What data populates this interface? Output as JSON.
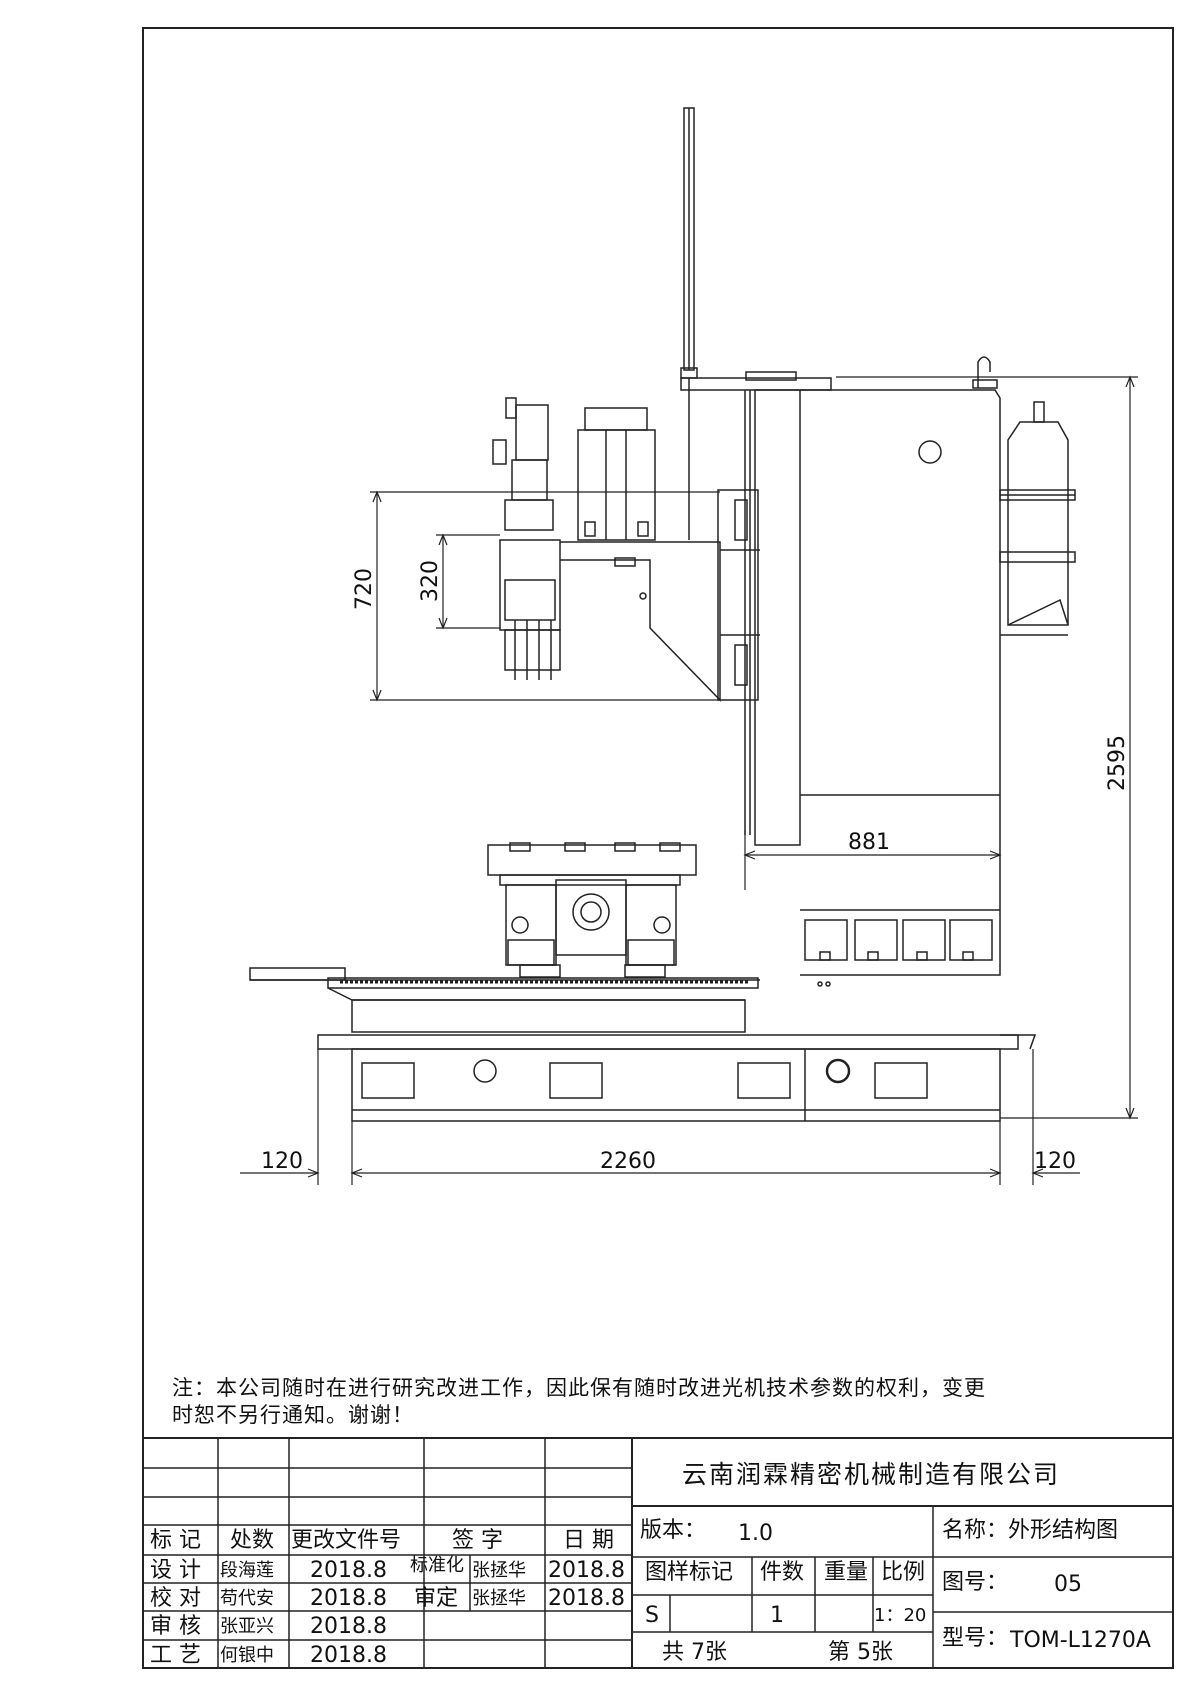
{
  "dimensions": {
    "d720": "720",
    "d320": "320",
    "d2595": "2595",
    "d881": "881",
    "d120_left": "120",
    "d2260": "2260",
    "d120_right": "120"
  },
  "note": {
    "line1": "注：本公司随时在进行研究改进工作，因此保有随时改进光机技术参数的权利，变更",
    "line2": "时恕不另行通知。谢谢！"
  },
  "title_block": {
    "company": "云南润霖精密机械制造有限公司",
    "header": {
      "mark": "标 记",
      "count": "处数",
      "doc": "更改文件号",
      "sign": "签 字",
      "date": "日 期"
    },
    "rows": [
      {
        "role": "设 计",
        "name": "段海莲",
        "date": "2018.8"
      },
      {
        "role": "校 对",
        "name": "苟代安",
        "date": "2018.8"
      },
      {
        "role": "审 核",
        "name": "张亚兴",
        "date": "2018.8"
      },
      {
        "role": "工 艺",
        "name": "何银中",
        "date": "2018.8"
      }
    ],
    "approvals": [
      {
        "role": "标准化",
        "name": "张拯华",
        "date": "2018.8"
      },
      {
        "role": "审定",
        "name": "张拯华",
        "date": "2018.8"
      }
    ],
    "version_label": "版本：",
    "version_value": "1.0",
    "name_label": "名称：外形结构图",
    "col_sample": "图样标记",
    "col_qty": "件数",
    "col_weight": "重量",
    "col_scale": "比例",
    "sample_value": "S",
    "qty_value": "1",
    "scale_value": "1：20",
    "drawing_no_label": "图号：",
    "drawing_no_value": "05",
    "model_label": "型号：",
    "model_value": "TOM-L1270A",
    "total_sheets": "共 7张",
    "sheet_no": "第 5张"
  }
}
